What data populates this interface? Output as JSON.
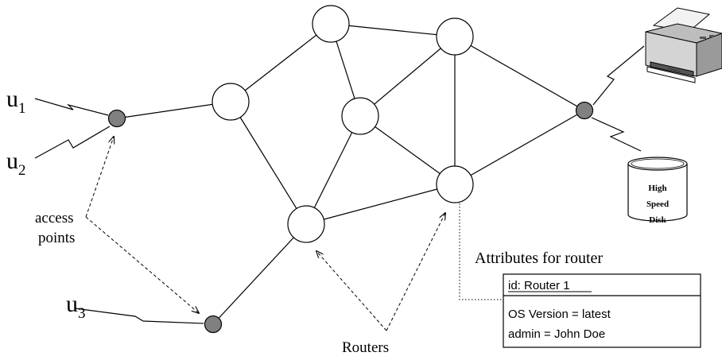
{
  "users": {
    "u1": {
      "letter": "u",
      "sub": "1"
    },
    "u2": {
      "letter": "u",
      "sub": "2"
    },
    "u3": {
      "letter": "u",
      "sub": "3"
    }
  },
  "labels": {
    "access_line1": "access",
    "access_line2": "points",
    "routers": "Routers",
    "attributes_title": "Attributes for router"
  },
  "attribute_box": {
    "id_line": "id: Router 1",
    "os_line": "OS Version = latest",
    "admin_line": "admin = John Doe"
  },
  "disk": {
    "line1": "High",
    "line2": "Speed",
    "line3": "Disk"
  },
  "colors": {
    "line": "#000000",
    "router_fill": "#ffffff",
    "access_point_fill": "#808080",
    "printer_body": "#d0d0d0",
    "printer_dark": "#555555",
    "disk_fill": "#ffffff"
  }
}
